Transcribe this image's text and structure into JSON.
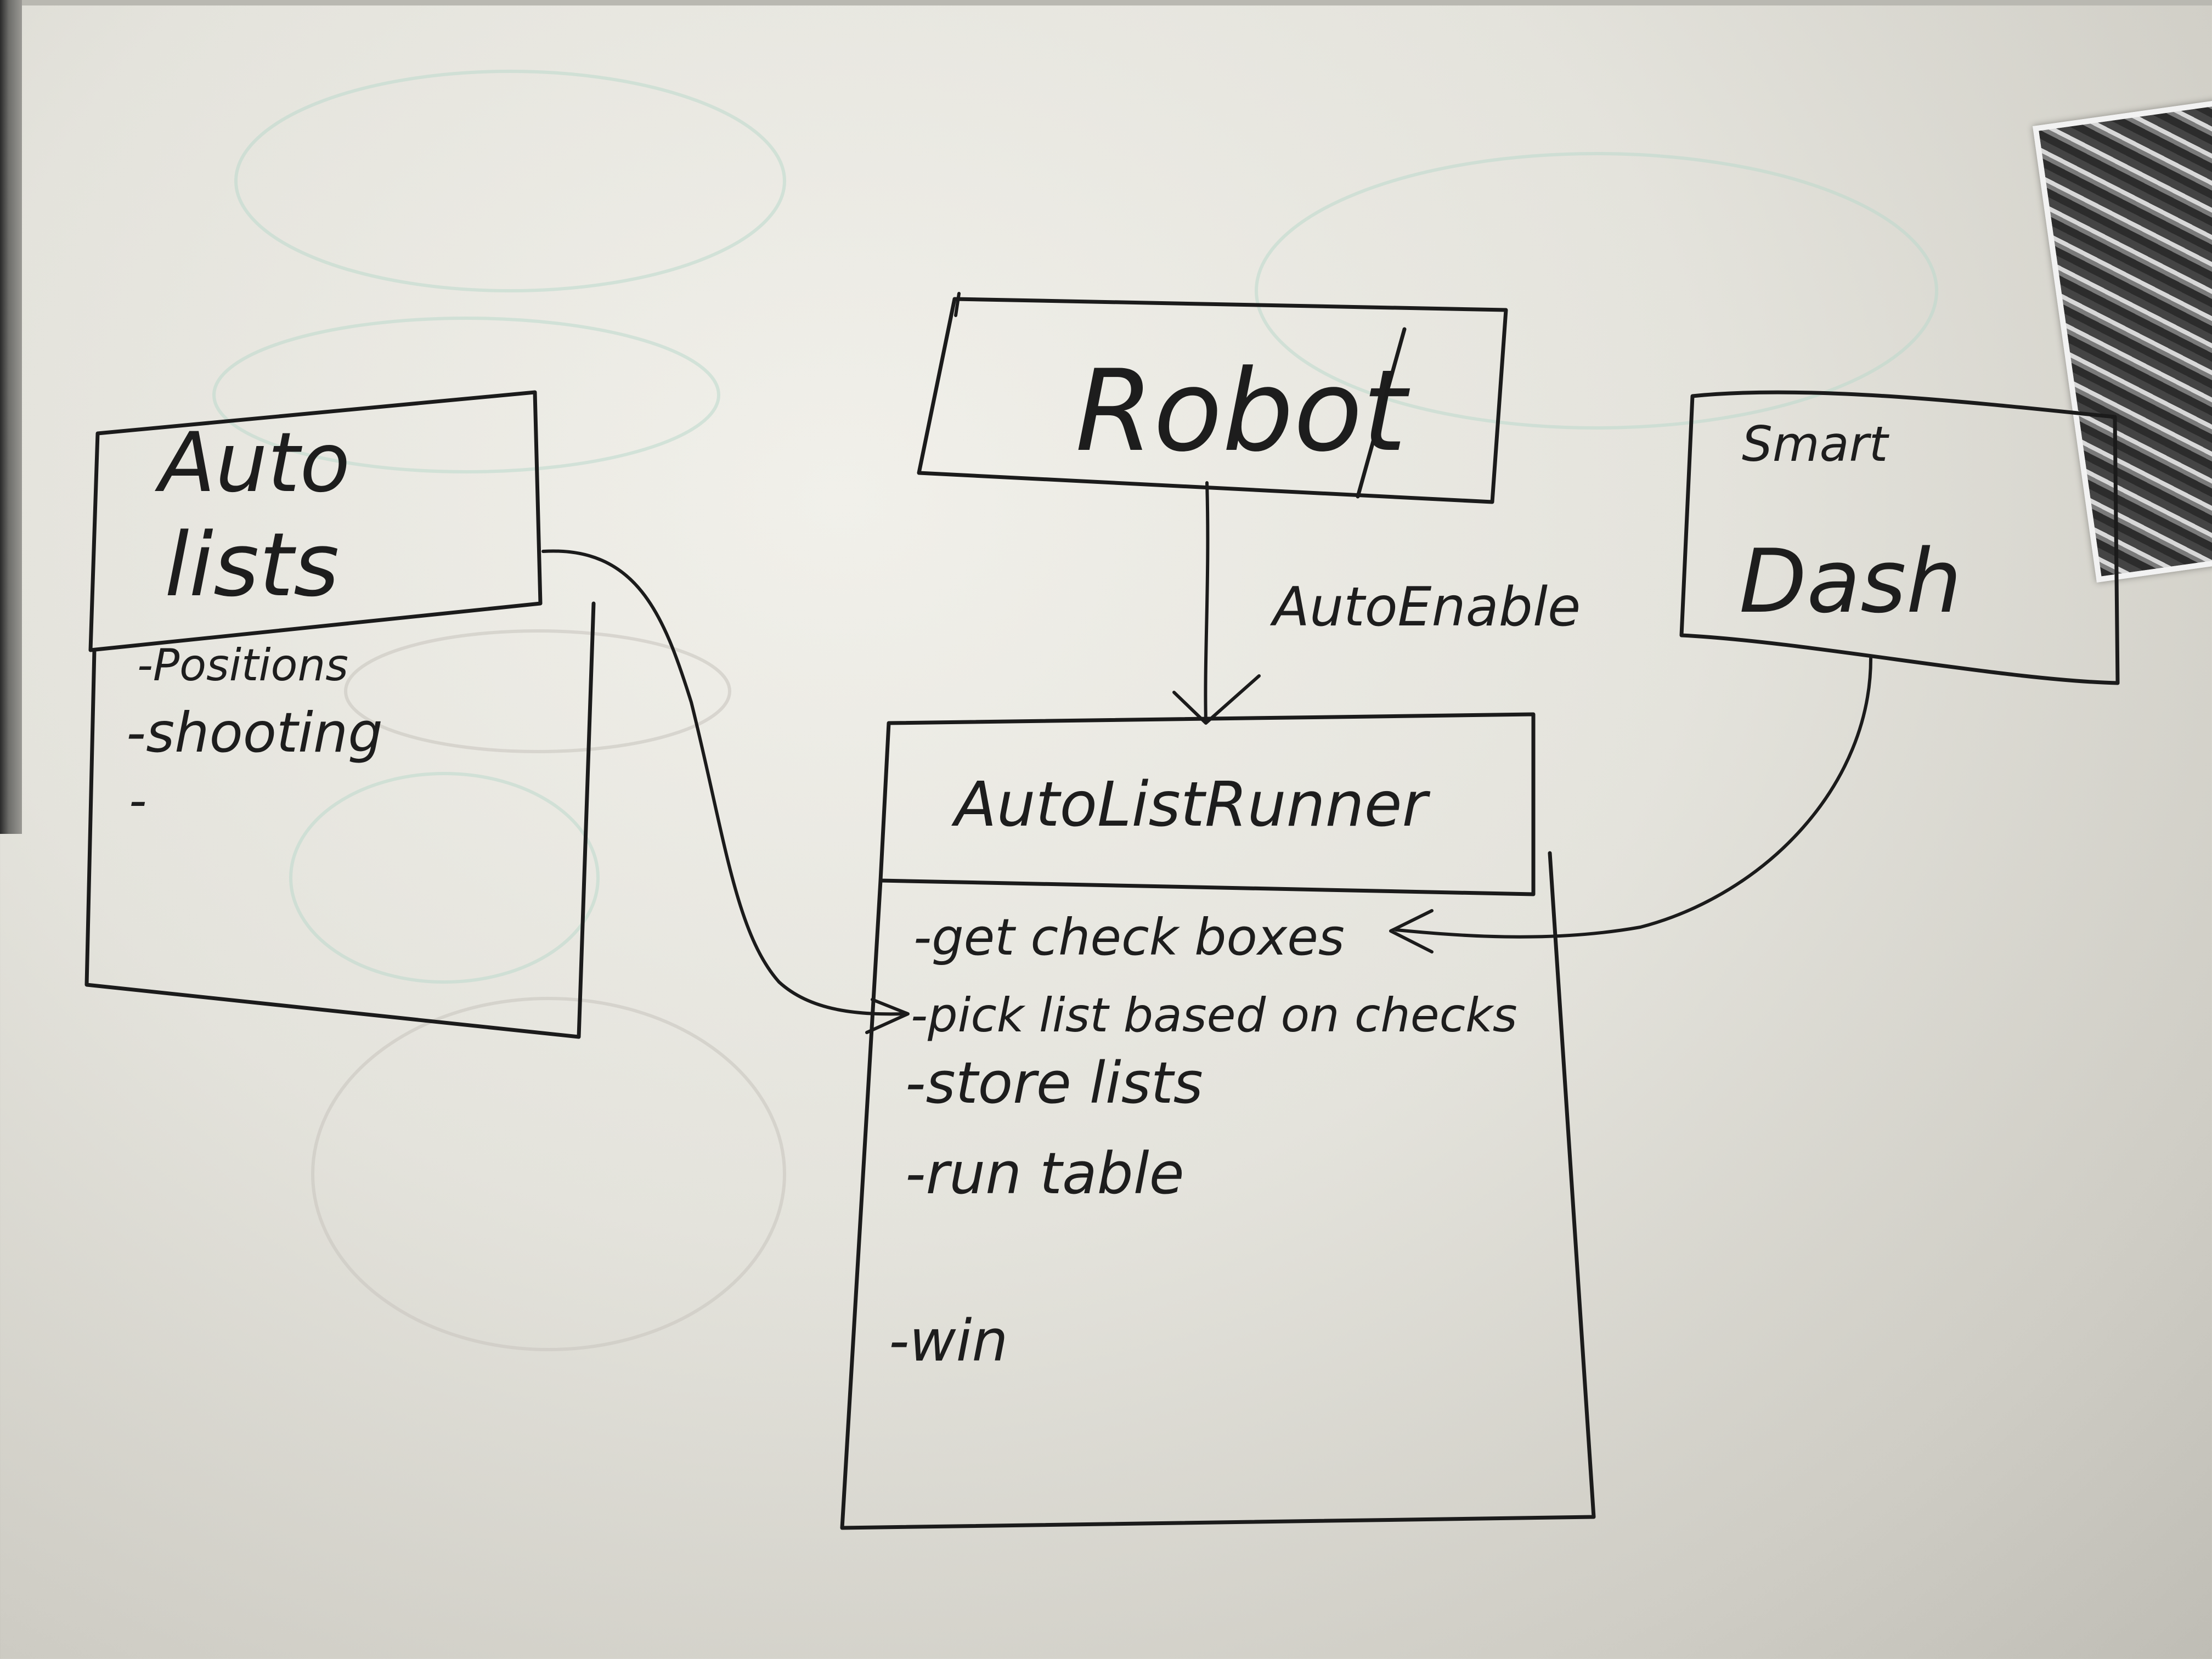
{
  "diagram": {
    "boxes": {
      "auto_lists": {
        "title_line1": "Auto",
        "title_line2": "lists",
        "items": [
          "-Positions",
          "-shooting",
          "-"
        ]
      },
      "robot": {
        "title": "Robot"
      },
      "smart_dash": {
        "title_line1": "Smart",
        "title_line2": "Dash"
      },
      "auto_list_runner": {
        "title": "AutoListRunner",
        "items": [
          "-get check boxes",
          "-pick list based on checks",
          "-store lists",
          "-run table",
          "-win"
        ]
      }
    },
    "connections": {
      "robot_to_runner_label": "AutoEnable"
    }
  },
  "colors": {
    "board": "#e7e6df",
    "ink": "#1b1b1b",
    "ghost_marker": "#bcd8cc"
  }
}
